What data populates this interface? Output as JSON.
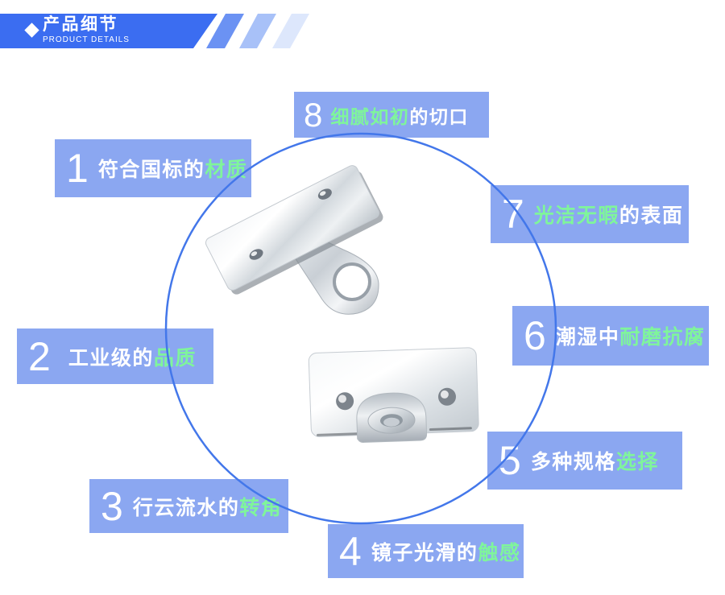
{
  "header": {
    "title": "产品细节",
    "subtitle": "PRODUCT DETAILS",
    "band_color": "#3B6DF1",
    "slash_colors": [
      "#6B92F3",
      "#A8C1F8",
      "#DDE7FC"
    ],
    "bullet_icon": "diamond-icon"
  },
  "colors": {
    "callout_bg": "#8BA7F1",
    "text_white": "#FFFFFF",
    "text_green": "#7FF59B",
    "circle_stroke": "#4377EA"
  },
  "products": {
    "top_icon": "metal-corner-bracket-angled-icon",
    "bottom_icon": "metal-latch-plate-front-icon"
  },
  "callouts": [
    {
      "number": "1",
      "seg1": {
        "text": "符合国标的",
        "color": "#FFFFFF"
      },
      "seg2": {
        "text": "材质",
        "color": "#7FF59B"
      }
    },
    {
      "number": "2",
      "seg1": {
        "text": "工业级的",
        "color": "#FFFFFF"
      },
      "seg2": {
        "text": "品质",
        "color": "#7FF59B"
      }
    },
    {
      "number": "3",
      "seg1": {
        "text": "行云流水的",
        "color": "#FFFFFF"
      },
      "seg2": {
        "text": "转角",
        "color": "#7FF59B"
      }
    },
    {
      "number": "4",
      "seg1": {
        "text": "镜子光滑的",
        "color": "#FFFFFF"
      },
      "seg2": {
        "text": "触感",
        "color": "#7FF59B"
      }
    },
    {
      "number": "5",
      "seg1": {
        "text": "多种规格",
        "color": "#FFFFFF"
      },
      "seg2": {
        "text": "选择",
        "color": "#7FF59B"
      }
    },
    {
      "number": "6",
      "seg1": {
        "text": "潮湿中",
        "color": "#FFFFFF"
      },
      "seg2": {
        "text": "耐磨抗腐",
        "color": "#7FF59B"
      }
    },
    {
      "number": "7",
      "seg1": {
        "text": "光洁无暇",
        "color": "#7FF59B"
      },
      "seg2": {
        "text": "的表面",
        "color": "#FFFFFF"
      }
    },
    {
      "number": "8",
      "seg1": {
        "text": "细腻如初",
        "color": "#7FF59B"
      },
      "seg2": {
        "text": "的切口",
        "color": "#FFFFFF"
      }
    }
  ]
}
